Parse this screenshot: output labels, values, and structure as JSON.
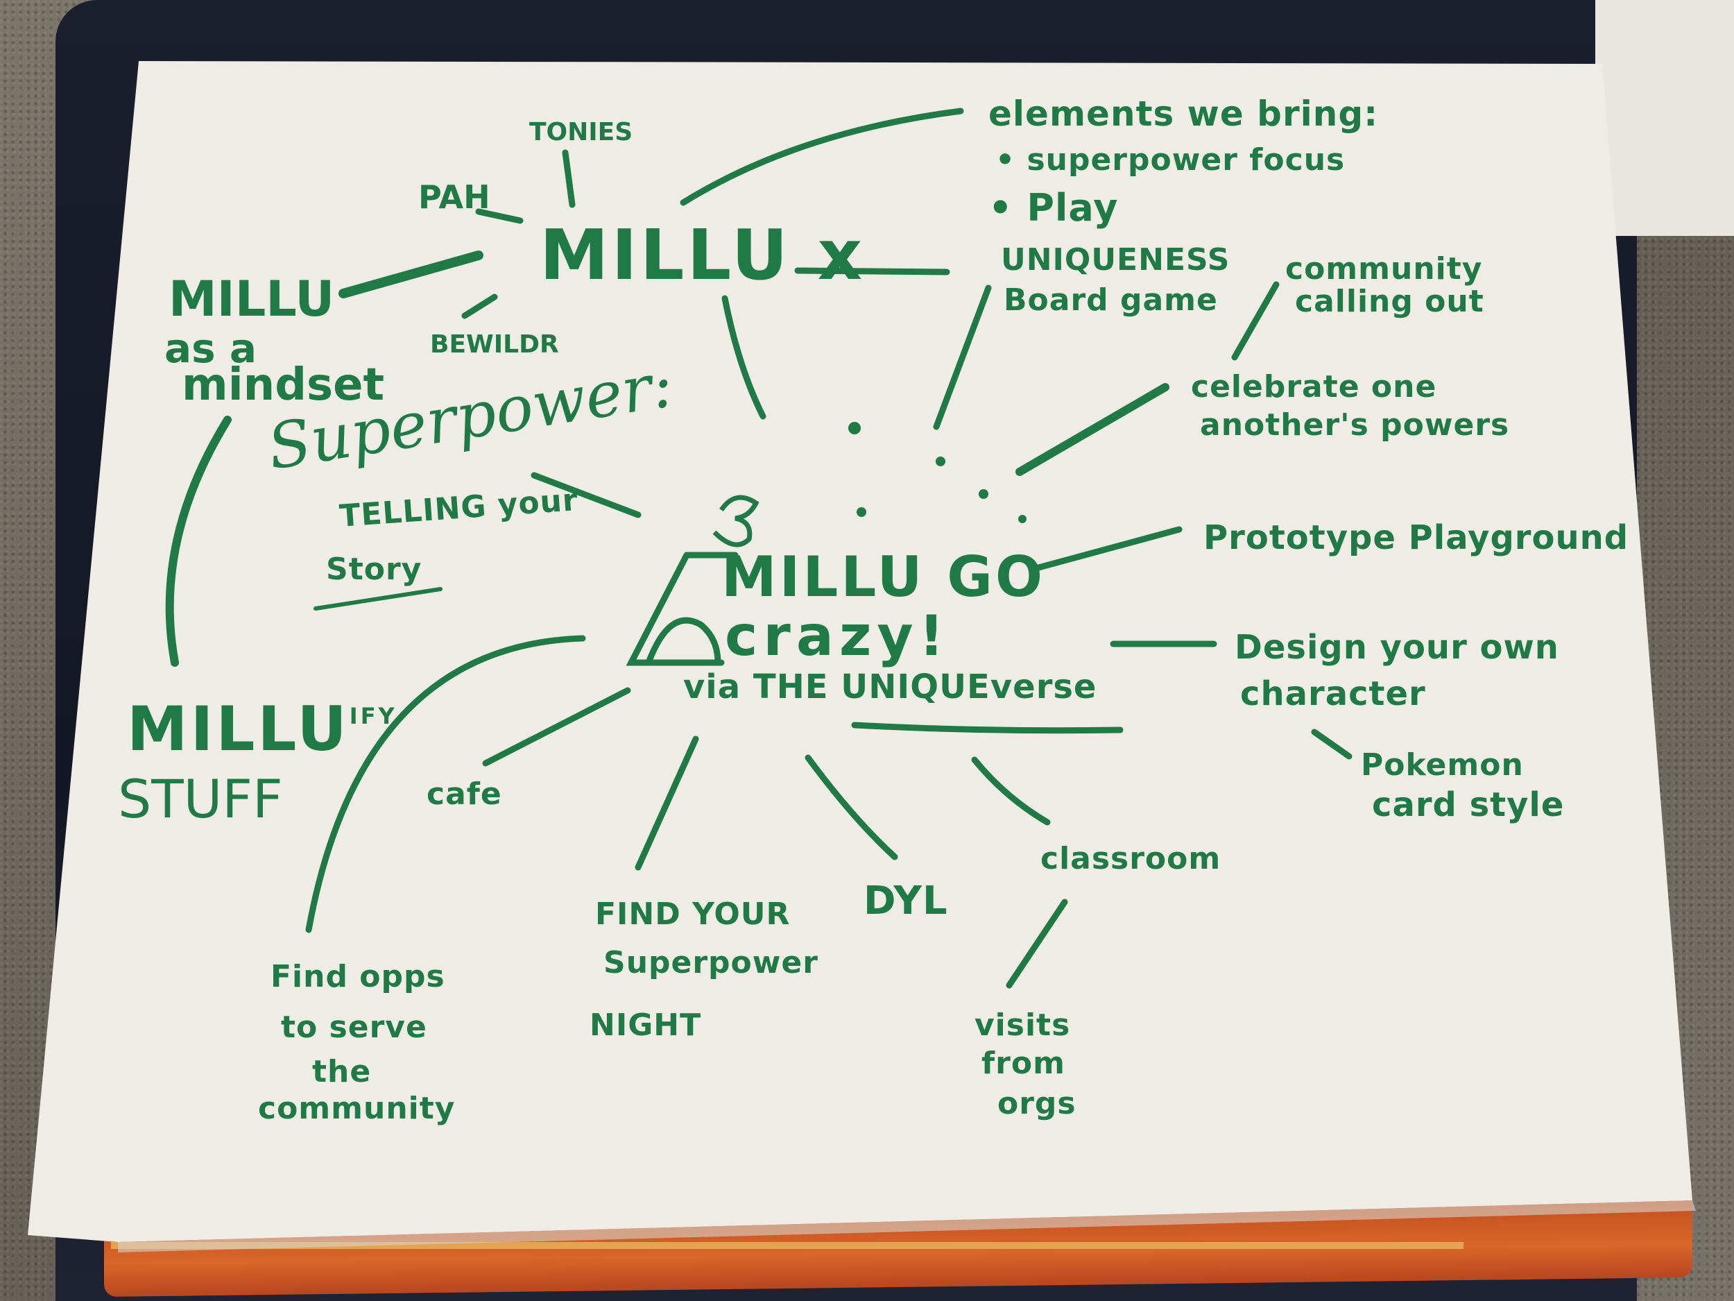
{
  "colors": {
    "ink": "#1f7a46",
    "paper": "#efece6"
  },
  "center": {
    "title_line1": "MILLU GO",
    "title_line2": "crazy!",
    "subtitle_prefix": "via THE",
    "subtitle_underlined": "UNIQUEverse"
  },
  "top": {
    "millu_x": "MILLU x",
    "tonies": "TONIES",
    "pah": "PAH",
    "bewildr": "BEWILDR"
  },
  "left": {
    "mindset_line1": "MILLU",
    "mindset_line2": "as a",
    "mindset_line3": "mindset",
    "superpower": "Superpower:",
    "telling_line1": "TELLING your",
    "telling_line2": "Story",
    "millufy_main": "MILLU",
    "millufy_sup": "IFY",
    "stuff": "STUFF"
  },
  "right": {
    "elements_title": "elements we bring:",
    "bullet_1": "superpower focus",
    "bullet_2": "Play",
    "uniqueness_line1": "UNIQUENESS",
    "uniqueness_line2": "Board game",
    "community_line1": "community",
    "community_line2": "calling out",
    "celebrate_line1": "celebrate one",
    "celebrate_line2": "another's powers",
    "prototype": "Prototype Playground",
    "design_line1": "Design your own",
    "design_line2": "character",
    "pokemon_line1": "Pokemon",
    "pokemon_line2": "card style"
  },
  "bottom": {
    "cafe": "cafe",
    "find_opps_line1": "Find opps",
    "find_opps_line2": "to serve",
    "find_opps_line3": "the",
    "find_opps_line4": "community",
    "superpower_night_line1": "FIND YOUR",
    "superpower_night_line2": "Superpower",
    "superpower_night_line3": "NIGHT",
    "dyl": "DYL",
    "classroom": "classroom",
    "visits_line1": "visits",
    "visits_line2": "from",
    "visits_line3": "orgs"
  }
}
